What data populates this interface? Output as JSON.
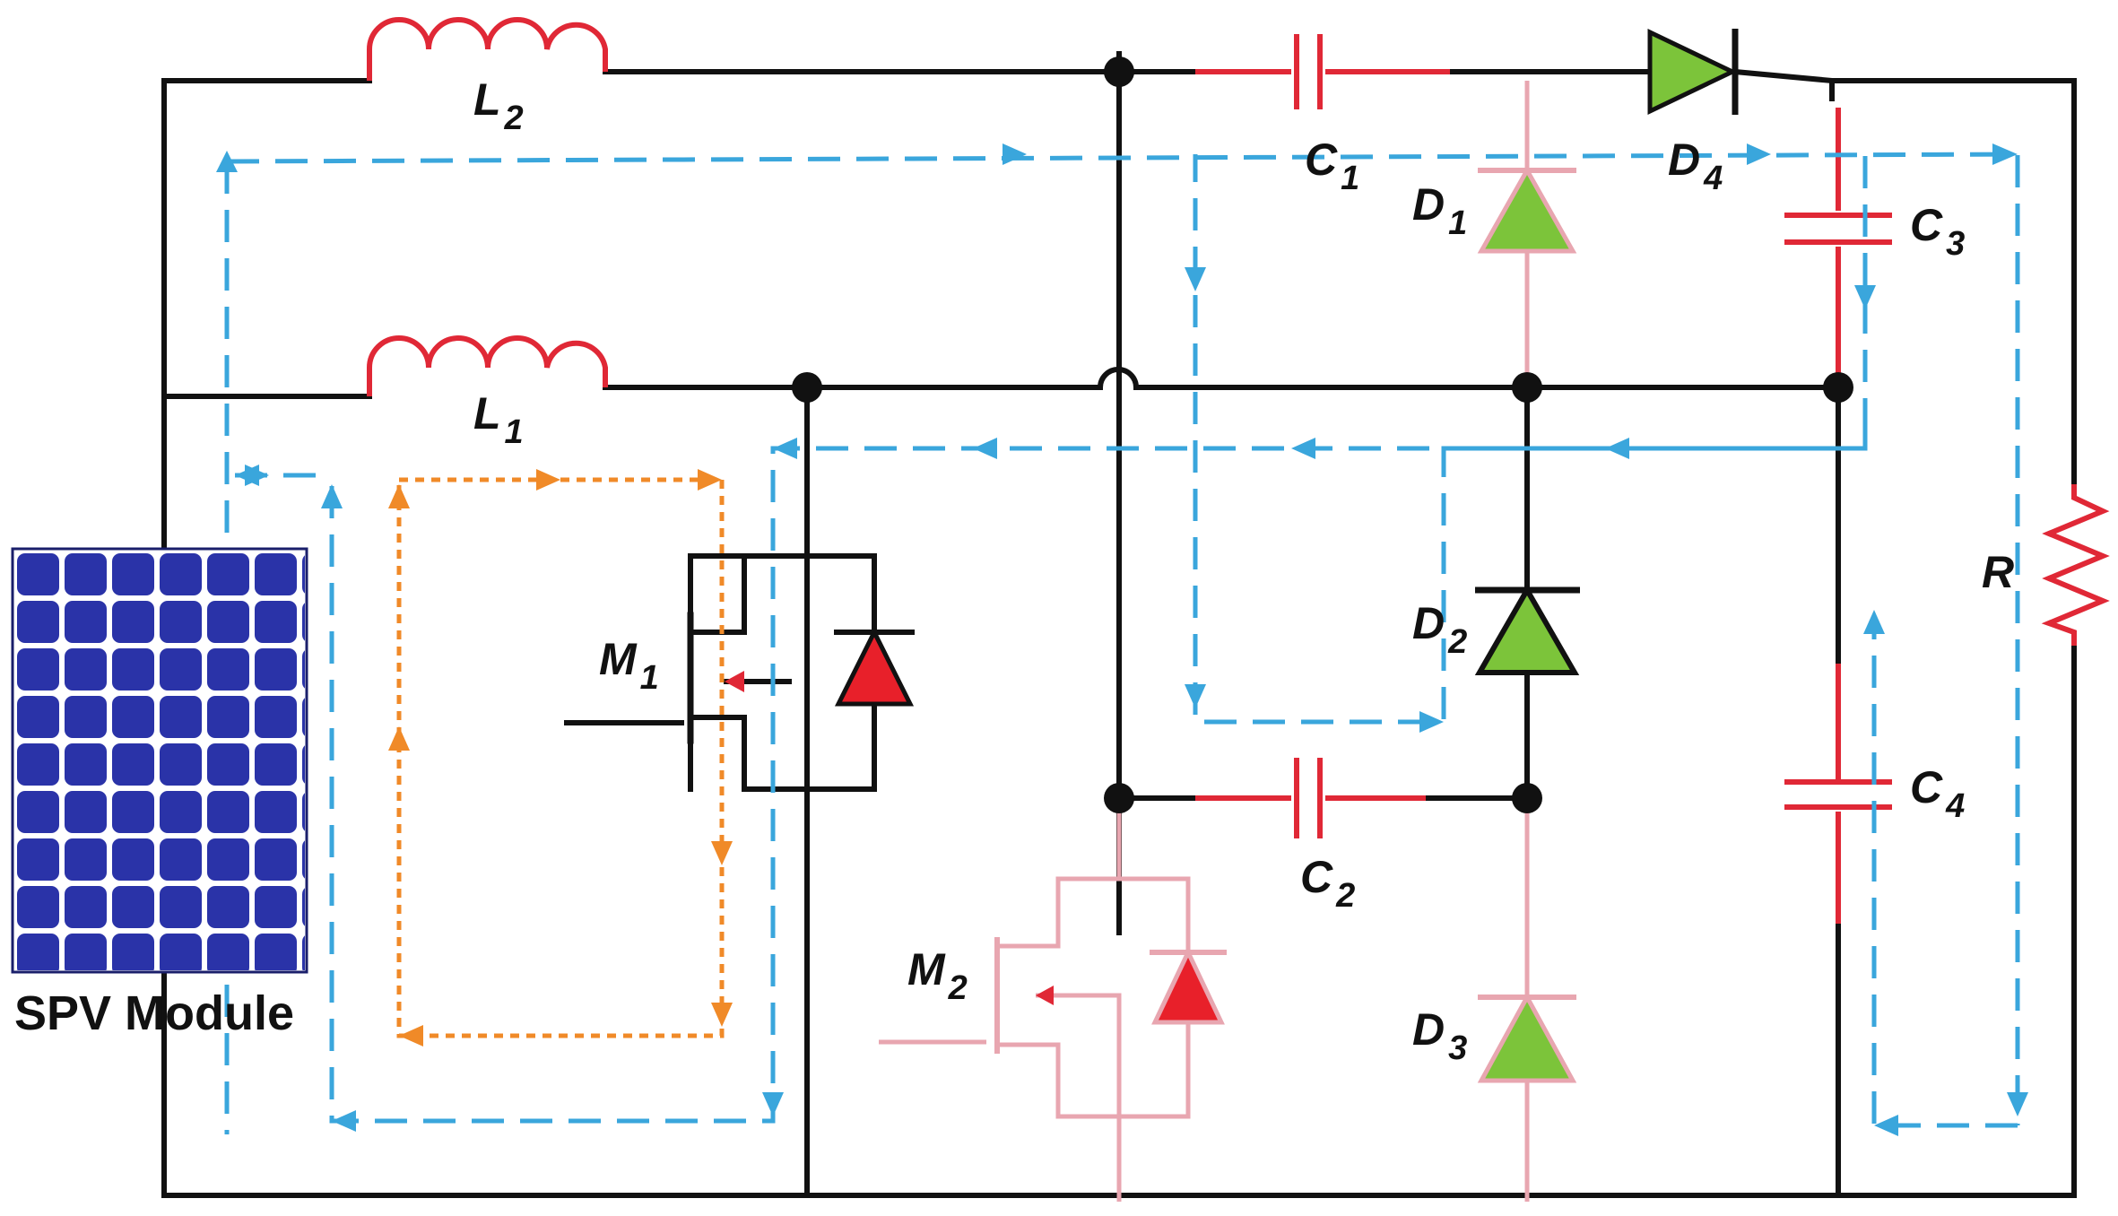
{
  "colors": {
    "wire": "#111111",
    "component_red": "#e02836",
    "inactive_pink": "#e8a6b0",
    "diode_green": "#7cc43a",
    "diode_red": "#e8202a",
    "path_blue": "#3aa6dc",
    "path_orange": "#f08a28",
    "panel_blue": "#2a33a8"
  },
  "labels": {
    "L2": {
      "main": "L",
      "sub": "2"
    },
    "L1": {
      "main": "L",
      "sub": "1"
    },
    "C1": {
      "main": "C",
      "sub": "1"
    },
    "C2": {
      "main": "C",
      "sub": "2"
    },
    "C3": {
      "main": "C",
      "sub": "3"
    },
    "C4": {
      "main": "C",
      "sub": "4"
    },
    "D1": {
      "main": "D",
      "sub": "1"
    },
    "D2": {
      "main": "D",
      "sub": "2"
    },
    "D3": {
      "main": "D",
      "sub": "3"
    },
    "D4": {
      "main": "D",
      "sub": "4"
    },
    "M1": {
      "main": "M",
      "sub": "1"
    },
    "M2": {
      "main": "M",
      "sub": "2"
    },
    "R": {
      "main": "R"
    }
  },
  "module_label": "SPV Module"
}
